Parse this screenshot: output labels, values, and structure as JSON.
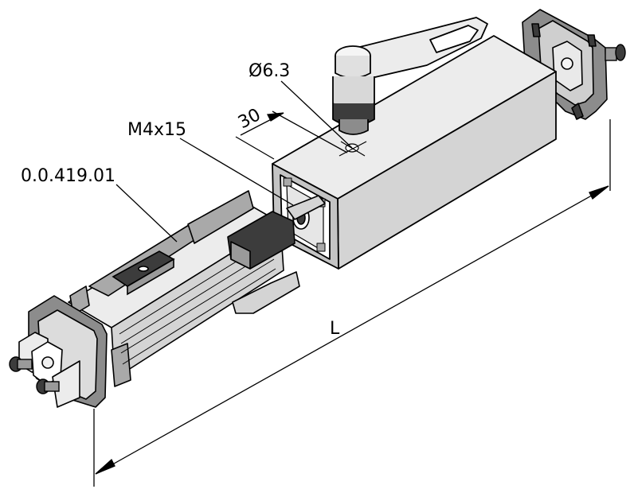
{
  "labels": {
    "diameter": "Ø6.3",
    "offset": "30",
    "screw": "M4x15",
    "part_number": "0.0.419.01",
    "length": "L"
  },
  "colors": {
    "outline": "#000000",
    "profile_light": "#ececec",
    "profile_mid": "#d4d4d4",
    "profile_dark": "#a9a9a9",
    "end_cap": "#8c8c8c",
    "screw_dark": "#3c3c3c"
  }
}
